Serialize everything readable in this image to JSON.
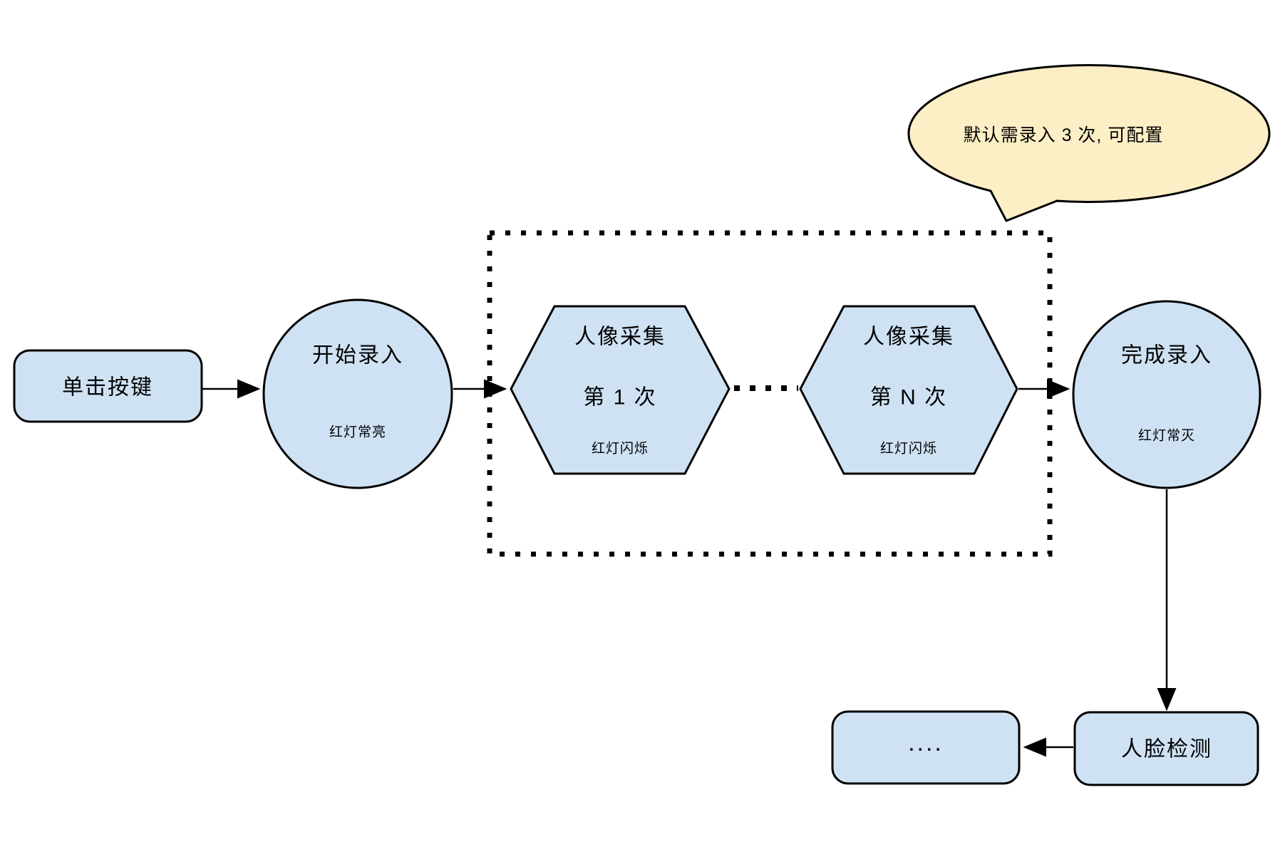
{
  "diagram": {
    "callout": {
      "text": "默认需录入 3 次, 可配置"
    },
    "nodes": {
      "start_button": {
        "label": "单击按键"
      },
      "start_enroll": {
        "label": "开始录入",
        "status": "红灯常亮"
      },
      "capture_first": {
        "label": "人像采集",
        "sequence": "第 1 次",
        "status": "红灯闪烁"
      },
      "capture_nth": {
        "label": "人像采集",
        "sequence": "第 N 次",
        "status": "红灯闪烁"
      },
      "finish_enroll": {
        "label": "完成录入",
        "status": "红灯常灭"
      },
      "face_detect": {
        "label": "人脸检测"
      },
      "more": {
        "label": "...."
      }
    },
    "colors": {
      "node_fill": "#cfe2f3",
      "callout_fill": "#fceec5",
      "stroke": "#000000"
    }
  }
}
